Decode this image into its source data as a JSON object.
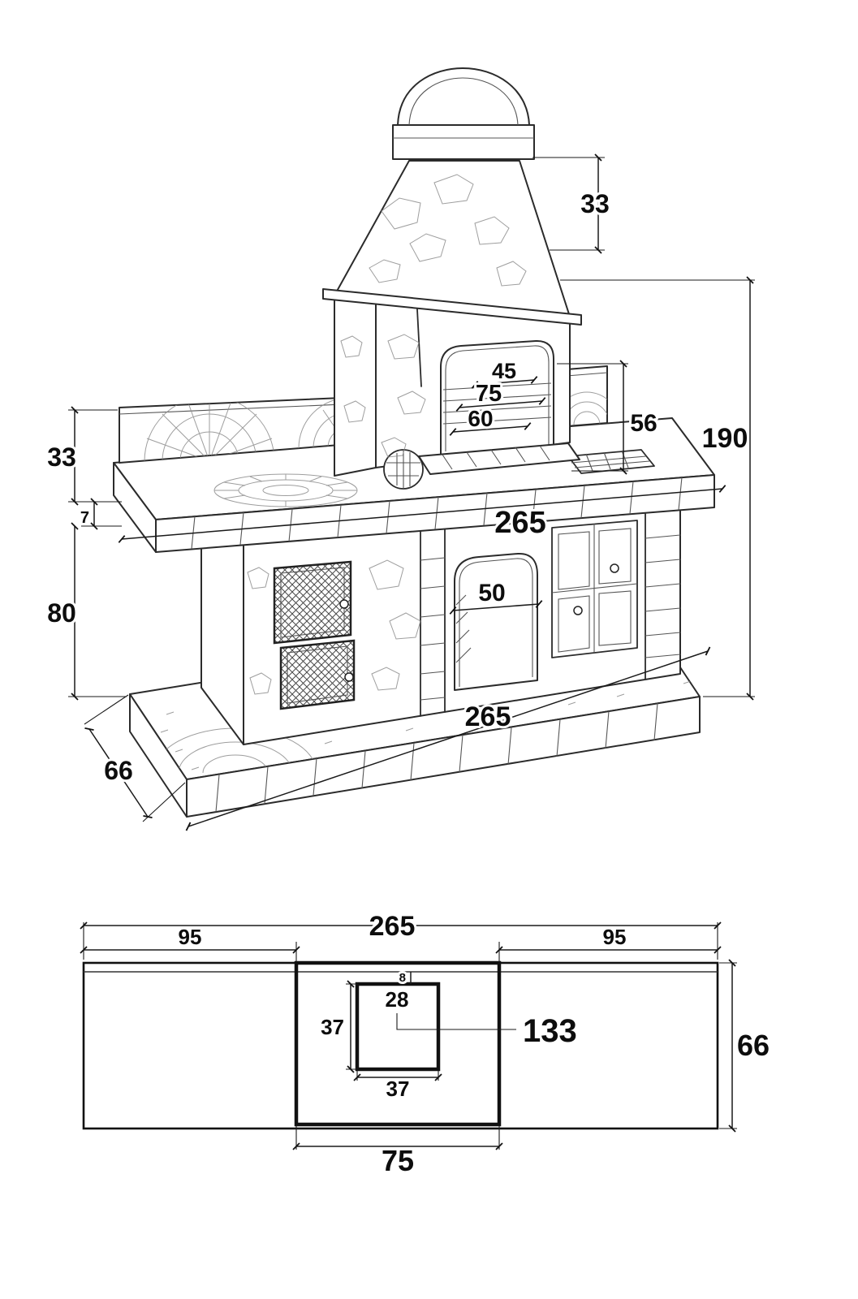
{
  "iso_dims": {
    "chimney_top": "33",
    "total_height": "190",
    "grate_45": "45",
    "firebox_75": "75",
    "grate_60": "60",
    "firebox_height": "56",
    "backsplash_height": "33",
    "counter_thickness": "7",
    "counter_length": "265",
    "arch_opening": "50",
    "base_height": "80",
    "base_length": "265",
    "base_depth": "66"
  },
  "plan_dims": {
    "total_length": "265",
    "left_section": "95",
    "right_section": "95",
    "gap": "8",
    "offset_28": "28",
    "opening_depth": "37",
    "dim_133": "133",
    "total_depth": "66",
    "opening_width": "37",
    "center_section": "75"
  }
}
